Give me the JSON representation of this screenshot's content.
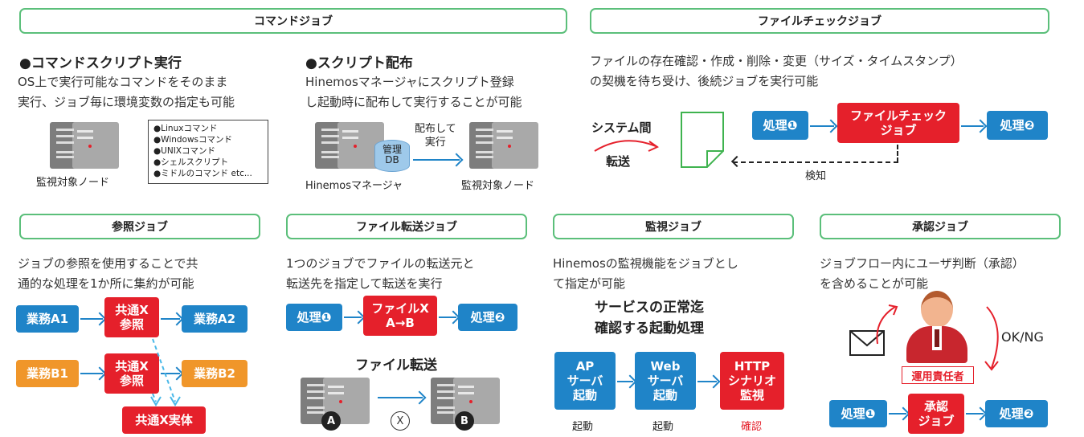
{
  "panels": {
    "command": {
      "header": "コマンドジョブ",
      "left_title": "●コマンドスクリプト実行",
      "left_desc": "OS上で実行可能なコマンドをそのまま\n実行、ジョブ毎に環境変数の指定も可能",
      "commands": [
        "●Linuxコマンド",
        "●Windowsコマンド",
        "●UNIXコマンド",
        "●シェルスクリプト",
        "●ミドルのコマンド etc..."
      ],
      "left_node_label": "監視対象ノード",
      "right_title": "●スクリプト配布",
      "right_desc": "Hinemosマネージャにスクリプト登録\nし起動時に配布して実行することが可能",
      "db_label": "管理\nDB",
      "arrow_label": "配布して\n実行",
      "manager_label": "Hinemosマネージャ",
      "right_node_label": "監視対象ノード"
    },
    "filecheck": {
      "header": "ファイルチェックジョブ",
      "desc": "ファイルの存在確認・作成・削除・変更（サイズ・タイムスタンプ）\nの契機を待ち受け、後続ジョブを実行可能",
      "system_label": "システム間",
      "transfer_label": "転送",
      "box1": "処理❶",
      "box2": "ファイルチェック\nジョブ",
      "box3": "処理❷",
      "detect_label": "検知"
    },
    "reference": {
      "header": "参照ジョブ",
      "desc": "ジョブの参照を使用することで共\n通的な処理を1か所に集約が可能",
      "a1": "業務A1",
      "ref1": "共通X\n参照",
      "a2": "業務A2",
      "b1": "業務B1",
      "ref2": "共通X\n参照",
      "b2": "業務B2",
      "entity": "共通X実体"
    },
    "filetransfer": {
      "header": "ファイル転送ジョブ",
      "desc": "1つのジョブでファイルの転送元と\n転送先を指定して転送を実行",
      "box1": "処理❶",
      "box2": "ファイルX\nA→B",
      "box3": "処理❷",
      "subtitle": "ファイル転送",
      "server_a": "A",
      "server_x": "X",
      "server_b": "B"
    },
    "monitor": {
      "header": "監視ジョブ",
      "desc": "Hinemosの監視機能をジョブとし\nて指定が可能",
      "subtitle": "サービスの正常迄\n確認する起動処理",
      "box1": "AP\nサーバ\n起動",
      "box2": "Web\nサーバ\n起動",
      "box3": "HTTP\nシナリオ\n監視",
      "lbl1": "起動",
      "lbl2": "起動",
      "lbl3": "確認"
    },
    "approval": {
      "header": "承認ジョブ",
      "desc": "ジョブフロー内にユーザ判断（承認）\nを含めることが可能",
      "okng": "OK/NG",
      "person_label": "運用責任者",
      "box1": "処理❶",
      "box2": "承認\nジョブ",
      "box3": "処理❷"
    }
  },
  "colors": {
    "blue": "#1f84c8",
    "red": "#e5202b",
    "orange": "#f0962a",
    "green": "#5bbf7a"
  }
}
